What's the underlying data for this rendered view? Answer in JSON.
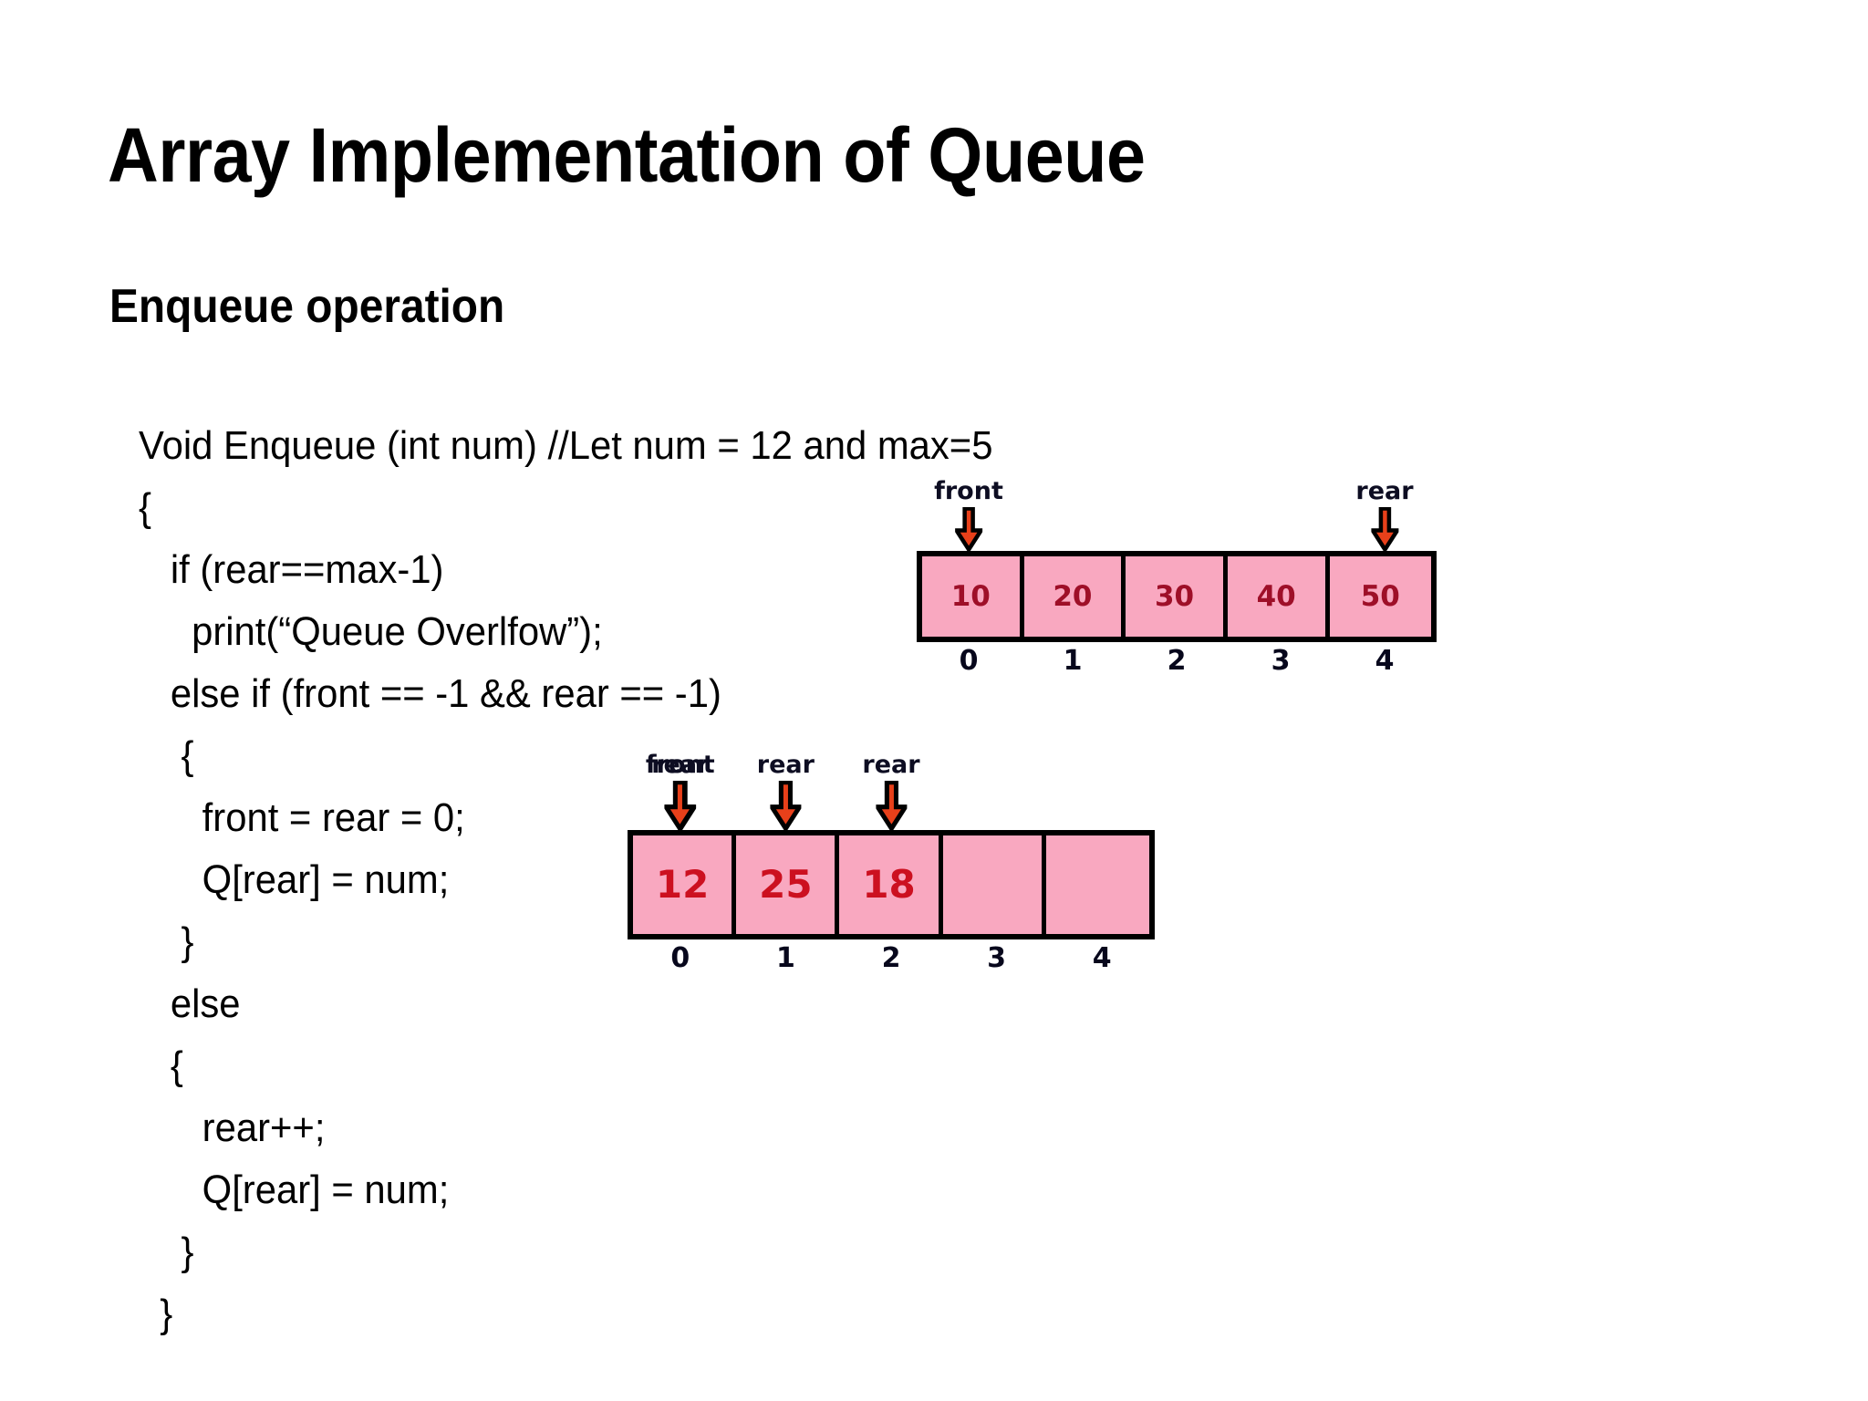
{
  "slide": {
    "title": "Array Implementation of Queue",
    "subtitle": "Enqueue operation"
  },
  "code": {
    "lines": [
      "Void Enqueue (int num) //Let num = 12 and max=5",
      "{",
      "   if (rear==max-1)",
      "     print(“Queue Overlfow”);",
      "   else if (front == -1 && rear == -1)",
      "    {",
      "      front = rear = 0;",
      "      Q[rear] = num;",
      "    }",
      "   else",
      "   {",
      "      rear++;",
      "      Q[rear] = num;",
      "    }",
      "  }"
    ]
  },
  "figures": [
    {
      "name": "queue-array-full",
      "cells": [
        "10",
        "20",
        "30",
        "40",
        "50"
      ],
      "indices": [
        "0",
        "1",
        "2",
        "3",
        "4"
      ],
      "pointers": [
        {
          "label": "front",
          "cell_index": 0
        },
        {
          "label": "rear",
          "cell_index": 4
        }
      ]
    },
    {
      "name": "queue-array-enqueue",
      "cells": [
        "12",
        "25",
        "18",
        "",
        ""
      ],
      "indices": [
        "0",
        "1",
        "2",
        "3",
        "4"
      ],
      "pointers": [
        {
          "label": "front",
          "cell_index": 0
        },
        {
          "label": "rear",
          "cell_index": 0
        },
        {
          "label": "rear",
          "cell_index": 1
        },
        {
          "label": "rear",
          "cell_index": 2
        }
      ]
    }
  ],
  "colors": {
    "cell_fill": "#F9A8C0",
    "cell_border": "#000000",
    "arrow_fill": "#E8401A",
    "arrow_outline": "#000000",
    "value_red_dark": "#9e0f28",
    "value_red_bright": "#CC1020",
    "text": "#000000"
  }
}
